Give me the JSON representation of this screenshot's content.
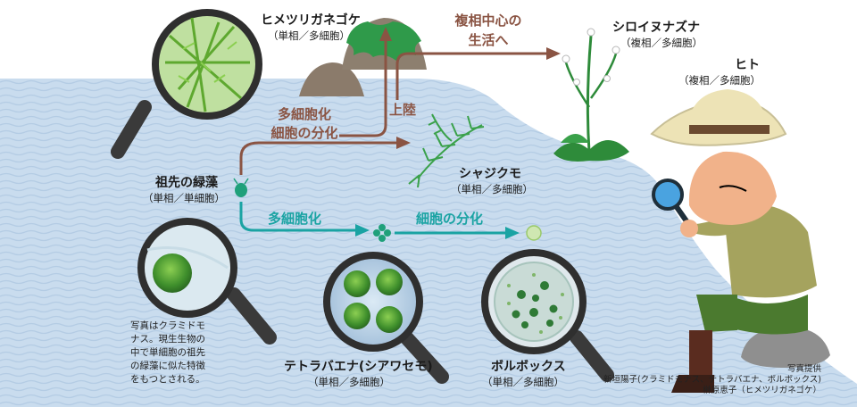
{
  "species": {
    "moss": {
      "name": "ヒメツリガネゴケ",
      "type": "（単相／多細胞）"
    },
    "arabidopsis": {
      "name": "シロイヌナズナ",
      "type": "（複相／多細胞）"
    },
    "human": {
      "name": "ヒト",
      "type": "（複相／多細胞）"
    },
    "chara": {
      "name": "シャジクモ",
      "type": "（単相／多細胞）"
    },
    "ancestor": {
      "name": "祖先の緑藻",
      "type": "（単相／単細胞）"
    },
    "tetrabaena": {
      "name": "テトラバエナ(シアワセモ)",
      "type": "（単相／多細胞）"
    },
    "volvox": {
      "name": "ボルボックス",
      "type": "（単相／多細胞）"
    }
  },
  "arrows": {
    "diploid_life": [
      "複相中心の",
      "生活へ"
    ],
    "landing": "上陸",
    "multicell_diff": [
      "多細胞化",
      "細胞の分化"
    ],
    "multicellularization": "多細胞化",
    "cell_differentiation": "細胞の分化"
  },
  "photo_note": [
    "写真はクラミドモ",
    "ナス。現生生物の",
    "中で単細胞の祖先",
    "の緑藻に似た特徴",
    "をもつとされる。"
  ],
  "credits": [
    "写真提供",
    "新垣陽子(クラミドモナス、テトラバエナ、ボルボックス)",
    "榊原恵子（ヒメツリガネゴケ）"
  ],
  "colors": {
    "water": "#c9dcee",
    "brown_arrow": "#8a5443",
    "teal_arrow": "#1aa3a3",
    "loupe_handle": "#3a3a3a"
  }
}
